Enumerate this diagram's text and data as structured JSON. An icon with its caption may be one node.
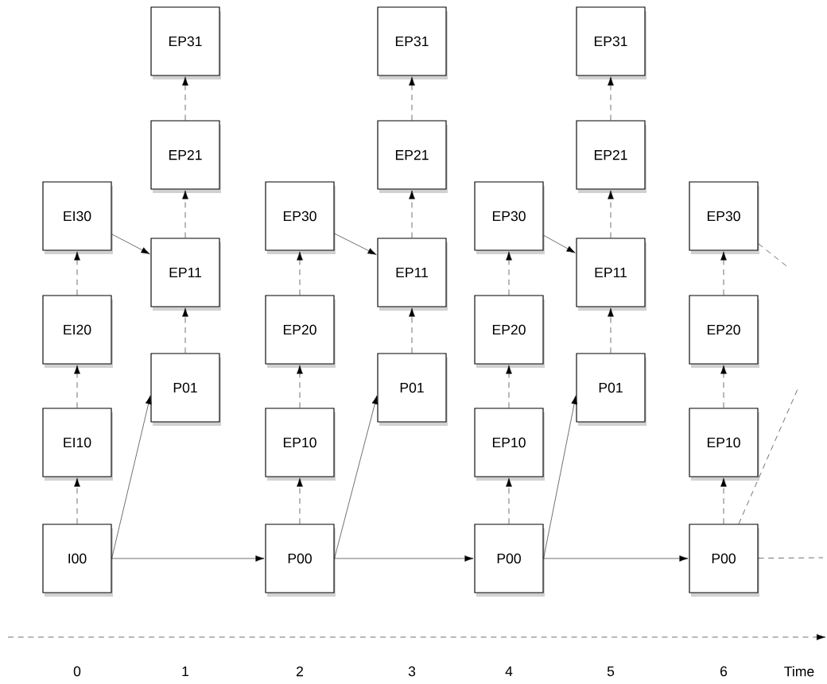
{
  "diagram": {
    "nodes": [
      {
        "text": [
          "EI30"
        ]
      },
      {
        "text": [
          "EI20"
        ]
      },
      {
        "text": [
          "EI10"
        ]
      },
      {
        "text": [
          "I00"
        ]
      },
      {
        "text": [
          "EP31"
        ]
      },
      {
        "text": [
          "EP21"
        ]
      },
      {
        "text": [
          "EP11"
        ]
      },
      {
        "text": [
          "P01"
        ]
      },
      {
        "text": [
          "EP30"
        ]
      },
      {
        "text": [
          "EP20"
        ]
      },
      {
        "text": [
          "EP10"
        ]
      },
      {
        "text": [
          "P00"
        ]
      },
      {
        "text": [
          "EP31"
        ]
      },
      {
        "text": [
          "EP21"
        ]
      },
      {
        "text": [
          "EP11"
        ]
      },
      {
        "text": [
          "P01"
        ]
      },
      {
        "text": [
          "EP30"
        ]
      },
      {
        "text": [
          "EP20"
        ]
      },
      {
        "text": [
          "EP10"
        ]
      },
      {
        "text": [
          "P00"
        ]
      },
      {
        "text": [
          "EP31"
        ]
      },
      {
        "text": [
          "EP21"
        ]
      },
      {
        "text": [
          "EP11"
        ]
      },
      {
        "text": [
          "P01"
        ]
      },
      {
        "text": [
          "EP30"
        ]
      },
      {
        "text": [
          "EP20"
        ]
      },
      {
        "text": [
          "EP10"
        ]
      },
      {
        "text": [
          "P00"
        ]
      }
    ],
    "edges": [
      {
        "from": 3,
        "to": 2,
        "arrow": "to",
        "style": "dashed"
      },
      {
        "from": 2,
        "to": 1,
        "arrow": "to",
        "style": "dashed"
      },
      {
        "from": 1,
        "to": 0,
        "arrow": "to",
        "style": "dashed"
      },
      {
        "from": 0,
        "to": 6,
        "arrow": "to"
      },
      {
        "from": 3,
        "to": 7,
        "arrow": "to"
      },
      {
        "from": 3,
        "to": 11,
        "arrow": "to"
      },
      {
        "from": 7,
        "to": 6,
        "arrow": "to",
        "style": "dashed"
      },
      {
        "from": 6,
        "to": 5,
        "arrow": "to",
        "style": "dashed"
      },
      {
        "from": 5,
        "to": 4,
        "arrow": "to",
        "style": "dashed"
      },
      {
        "from": 11,
        "to": 10,
        "arrow": "to",
        "style": "dashed"
      },
      {
        "from": 10,
        "to": 9,
        "arrow": "to",
        "style": "dashed"
      },
      {
        "from": 9,
        "to": 8,
        "arrow": "to",
        "style": "dashed"
      },
      {
        "from": 8,
        "to": 14,
        "arrow": "to"
      },
      {
        "from": 11,
        "to": 15,
        "arrow": "to"
      },
      {
        "from": 11,
        "to": 19,
        "arrow": "to"
      },
      {
        "from": 15,
        "to": 14,
        "arrow": "to",
        "style": "dashed"
      },
      {
        "from": 14,
        "to": 13,
        "arrow": "to",
        "style": "dashed"
      },
      {
        "from": 13,
        "to": 12,
        "arrow": "to",
        "style": "dashed"
      },
      {
        "from": 19,
        "to": 18,
        "arrow": "to",
        "style": "dashed"
      },
      {
        "from": 18,
        "to": 17,
        "arrow": "to",
        "style": "dashed"
      },
      {
        "from": 17,
        "to": 16,
        "arrow": "to",
        "style": "dashed"
      },
      {
        "from": 16,
        "to": 22,
        "arrow": "to"
      },
      {
        "from": 19,
        "to": 23,
        "arrow": "to"
      },
      {
        "from": 19,
        "to": 27,
        "arrow": "to"
      },
      {
        "from": 23,
        "to": 22,
        "arrow": "to",
        "style": "dashed"
      },
      {
        "from": 22,
        "to": 21,
        "arrow": "to",
        "style": "dashed"
      },
      {
        "from": 21,
        "to": 20,
        "arrow": "to",
        "style": "dashed"
      },
      {
        "from": 27,
        "to": 26,
        "arrow": "to",
        "style": "dashed"
      },
      {
        "from": 26,
        "to": 25,
        "arrow": "to",
        "style": "dashed"
      },
      {
        "from": 25,
        "to": 24,
        "arrow": "to",
        "style": "dashed"
      },
      {
        "from": 24,
        "to": null,
        "arrow": "none",
        "style": "dashed"
      },
      {
        "from": 27,
        "to": null,
        "arrow": "none",
        "style": "dashed"
      },
      {
        "from": 27,
        "to": null,
        "arrow": "none",
        "style": "dashed"
      }
    ],
    "labels": [
      "0",
      "1",
      "2",
      "3",
      "4",
      "5",
      "6",
      "Time"
    ]
  }
}
